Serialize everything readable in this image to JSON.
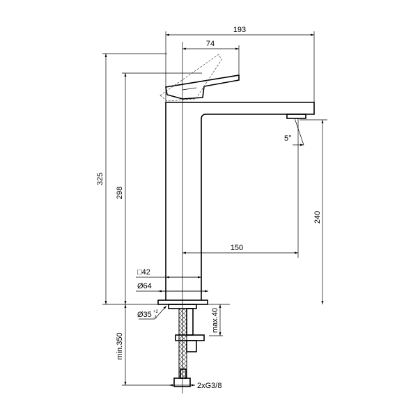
{
  "drawing": {
    "title": "Tall basin mixer dimension drawing",
    "dimensions": {
      "overall_reach": "193",
      "lever_reach": "74",
      "overall_height": "325",
      "body_height": "298",
      "spout_height": "240",
      "spout_reach": "150",
      "body_square": "□42",
      "base_diameter": "Ø64",
      "hole_diameter": "Ø35",
      "hole_tolerance_plus": "+2",
      "hole_tolerance_minus": "-1",
      "max_deck_thickness": "max.40",
      "min_hose_length": "min.350",
      "connection": "2xG3/8",
      "spray_angle": "5°"
    }
  }
}
